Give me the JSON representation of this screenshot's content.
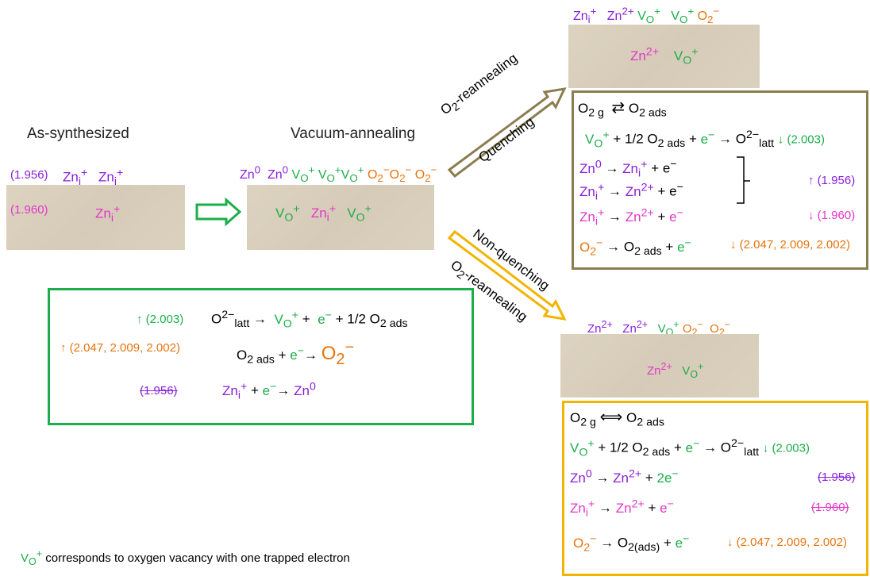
{
  "labels": {
    "as_synthesized": "As-synthesized",
    "vacuum_annealing": "Vacuum-annealing",
    "o2_reannealing_top": "O2-reannealing",
    "quenching": "Quenching",
    "non_quenching": "Non-quenching",
    "o2_reannealing_bottom": "O2-reannealing"
  },
  "footnote": "VO+ corresponds to oxygen vacancy with one trapped electron",
  "as_synthesized": {
    "top_value": "(1.956)",
    "top_species": [
      "Zni+",
      "Zni+"
    ],
    "sample_value": "(1.960)",
    "sample_species": "Zni+"
  },
  "vacuum_annealing": {
    "top_species": [
      "Zn0",
      "Zn0",
      "VO+",
      "VO+",
      "VO+",
      "O2−",
      "O2−",
      "O2−"
    ],
    "sample_species": [
      "VO+",
      "Zni+",
      "VO+"
    ]
  },
  "quenching_result": {
    "top_species": [
      "Zni+",
      "Zn2+",
      "VO+",
      "VO+",
      "O2−"
    ],
    "sample_species": [
      "Zn2+",
      "VO+"
    ],
    "reactions": [
      {
        "eq": "O2 g ⇄ O2 ads",
        "value": ""
      },
      {
        "eq": "VO+ + 1/2 O2 ads + e− → O2−latt",
        "value": "↓ (2.003)"
      },
      {
        "eq": "Zn0 → Zni+ + e−",
        "value": ""
      },
      {
        "eq": "Zni+ → Zn2+ + e−",
        "value": "↑ (1.956)"
      },
      {
        "eq": "Zni+ → Zn2+ + e−",
        "value": "↓ (1.960)"
      },
      {
        "eq": "O2− → O2 ads + e−",
        "value": "↓ (2.047, 2.009, 2.002)"
      }
    ]
  },
  "non_quenching_result": {
    "top_species": [
      "Zn2+",
      "Zn2+",
      "VO+",
      "O2−",
      "O2−"
    ],
    "sample_species": [
      "Zn2+",
      "VO+"
    ],
    "reactions": [
      {
        "eq": "O2 g ⟺ O2 ads",
        "value": ""
      },
      {
        "eq": "VO+ + 1/2 O2 ads + e− → O2−latt",
        "value": "↓ (2.003)"
      },
      {
        "eq": "Zn0 → Zn2+ + 2e−",
        "value": "(1.956)"
      },
      {
        "eq": "Zni+ → Zn2+ + e−",
        "value": "(1.960)"
      },
      {
        "eq": "O2− → O2(ads) + e−",
        "value": "↓ (2.047, 2.009, 2.002)"
      }
    ]
  },
  "vacuum_reactions": [
    {
      "value": "↑ (2.003)",
      "eq": "O2−latt → VO+ + e− + 1/2 O2 ads"
    },
    {
      "value": "↑ (2.047, 2.009, 2.002)",
      "eq": "O2 ads + e− → O2−"
    },
    {
      "value": "(1.956)",
      "eq": "Zni+ + e− → Zn0"
    }
  ],
  "colors": {
    "purple": "#8a1fd8",
    "pink": "#e236c9",
    "green": "#1cae4a",
    "orange": "#e57510",
    "olive_box": "#8b7d4f",
    "yellow_box": "#f2b400",
    "sand": "#d9cfbc"
  }
}
